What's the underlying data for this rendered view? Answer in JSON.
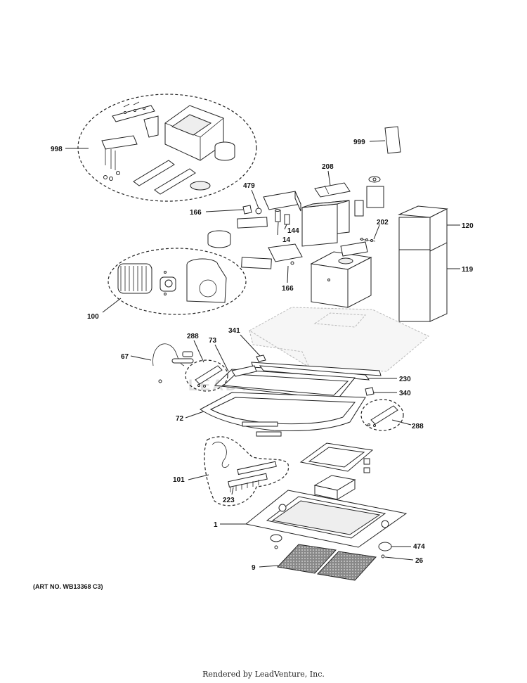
{
  "art_number": "(ART NO. WB13368 C3)",
  "footer": "Rendered by LeadVenture, Inc.",
  "watermark": "LEADVENTURE",
  "parts": {
    "p998": "998",
    "p999": "999",
    "p208": "208",
    "p479": "479",
    "p166a": "166",
    "p144": "144",
    "p14": "14",
    "p202": "202",
    "p120": "120",
    "p119": "119",
    "p166b": "166",
    "p100": "100",
    "p341": "341",
    "p288a": "288",
    "p73": "73",
    "p67": "67",
    "p230": "230",
    "p340": "340",
    "p72": "72",
    "p288b": "288",
    "p101": "101",
    "p223": "223",
    "p1": "1",
    "p474": "474",
    "p9": "9",
    "p26": "26"
  }
}
